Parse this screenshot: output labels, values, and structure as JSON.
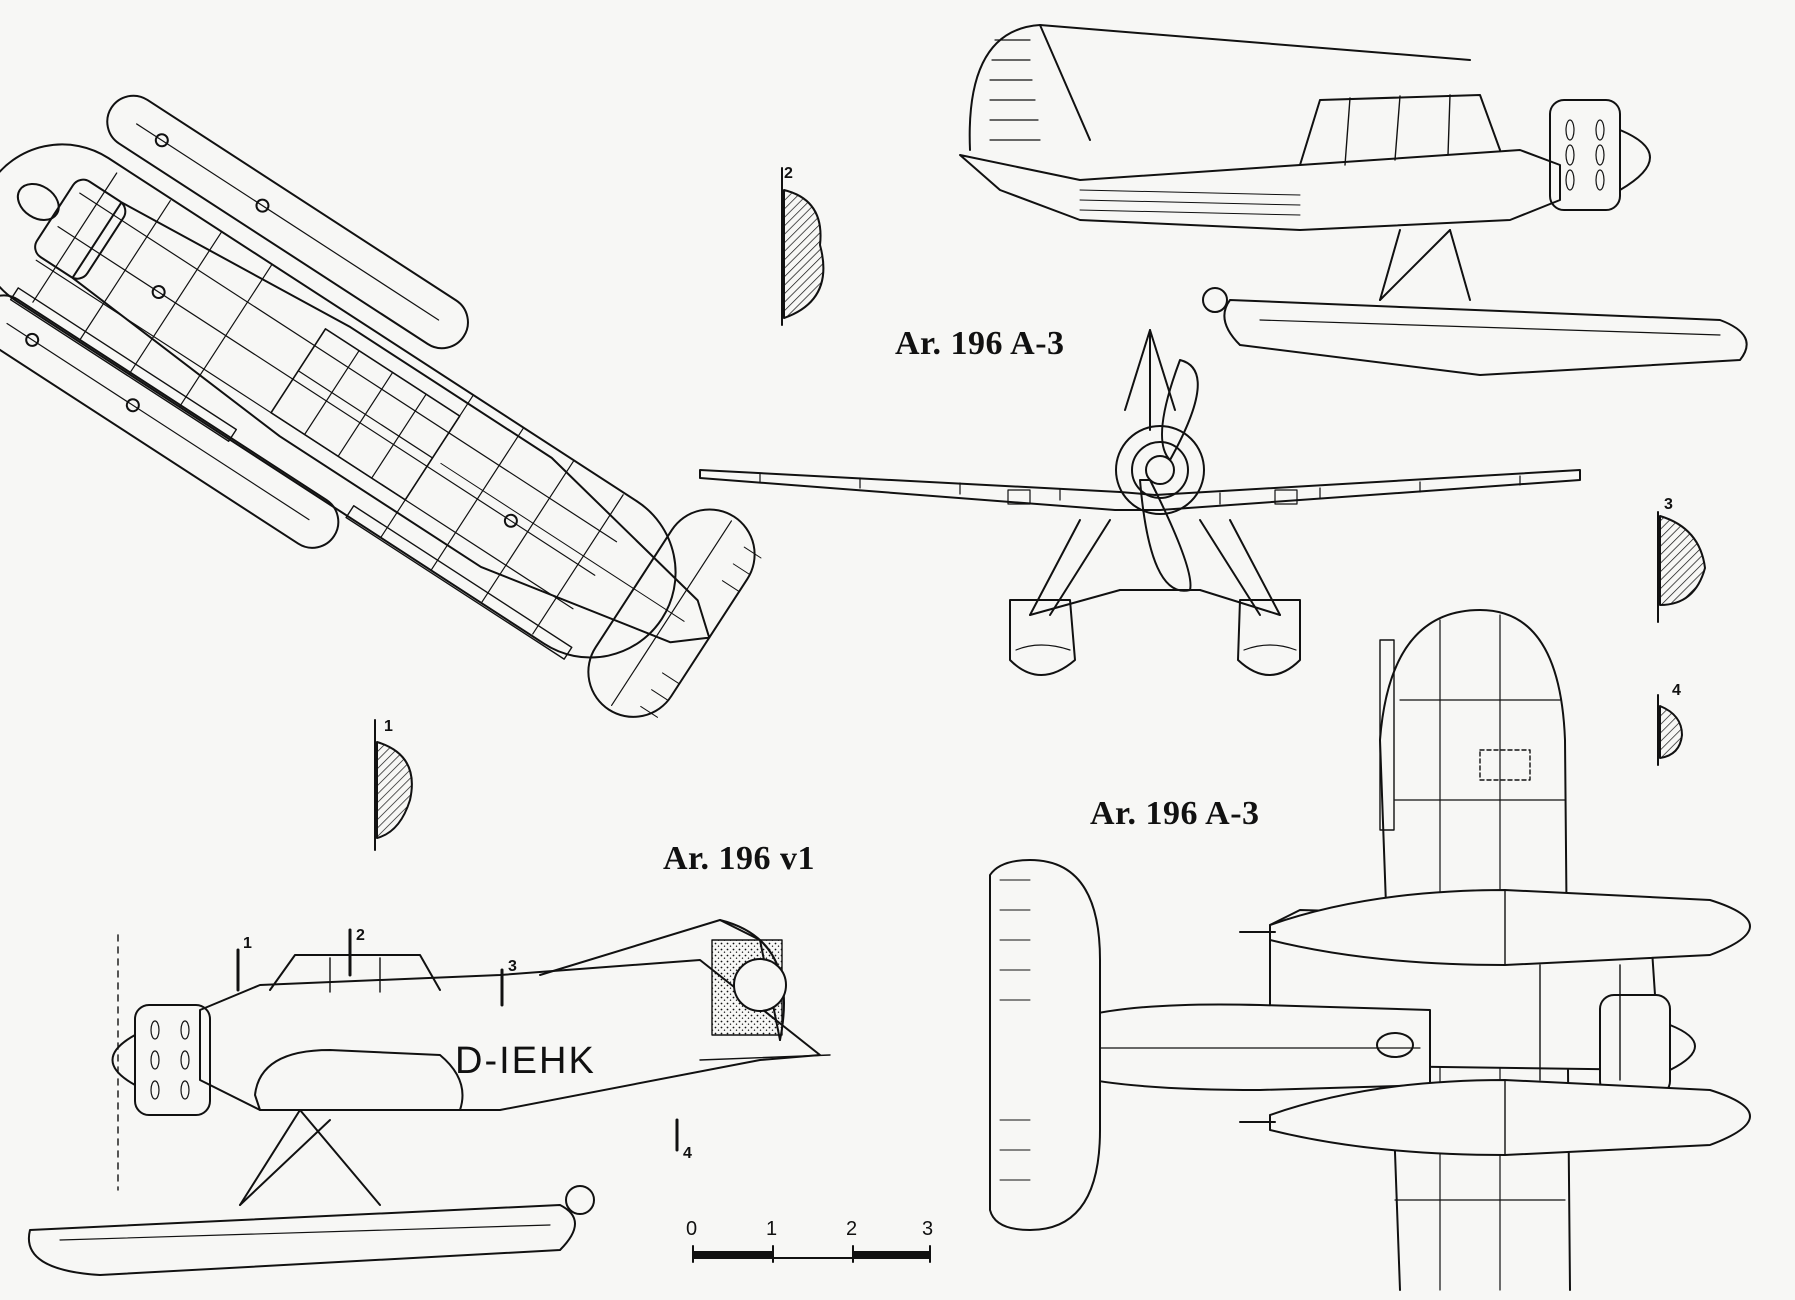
{
  "captions": {
    "v1": "Ar. 196 v1",
    "a3_front": "Ar. 196 A-3",
    "a3_bottom": "Ar. 196 A-3"
  },
  "registration": "D-IEHK",
  "section_marks": [
    "1",
    "2",
    "3",
    "4"
  ],
  "section_profiles": [
    "1",
    "2",
    "3",
    "4"
  ],
  "scale": {
    "labels": [
      "0",
      "1",
      "2",
      "3"
    ]
  },
  "colors": {
    "ink": "#111111",
    "paper": "#f7f7f5"
  }
}
